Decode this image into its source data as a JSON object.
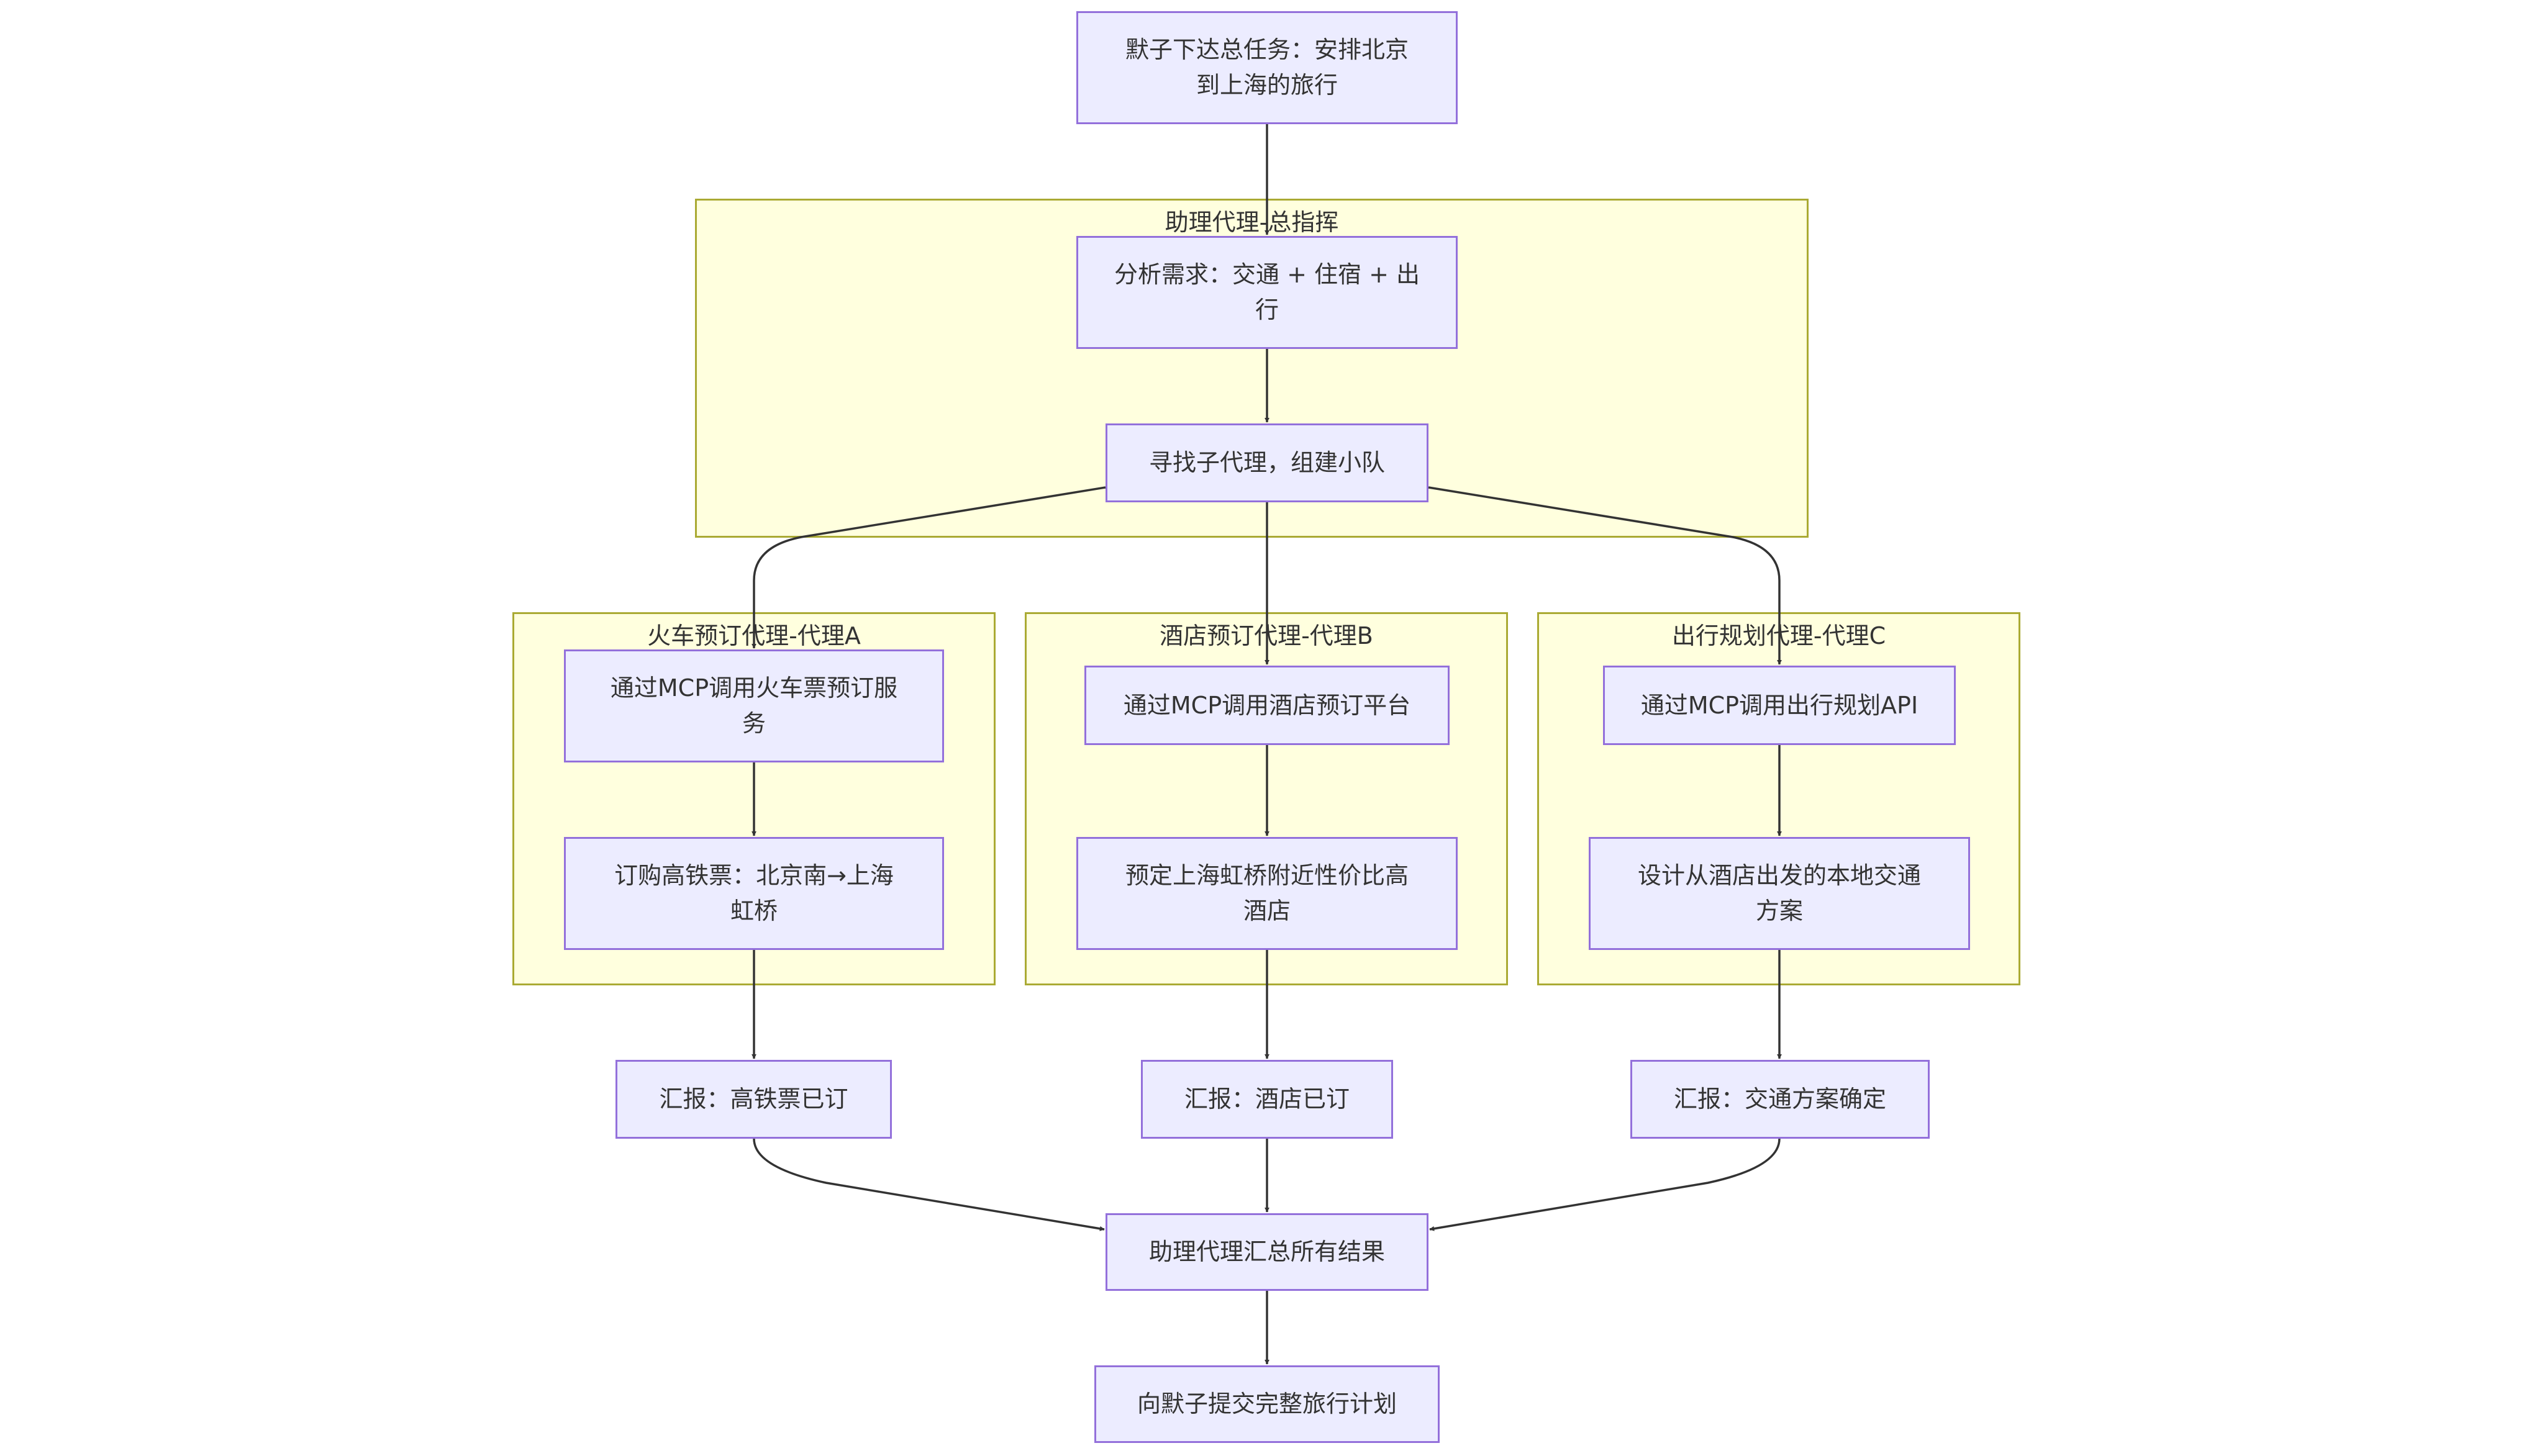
{
  "colors": {
    "node_fill": "#ececff",
    "node_border": "#9370db",
    "cluster_fill": "#ffffde",
    "cluster_border": "#aaaa33",
    "edge": "#333333",
    "text": "#333333"
  },
  "clusters": {
    "main": {
      "label": "助理代理-总指挥"
    },
    "agent_a": {
      "label": "火车预订代理-代理A"
    },
    "agent_b": {
      "label": "酒店预订代理-代理B"
    },
    "agent_c": {
      "label": "出行规划代理-代理C"
    }
  },
  "nodes": {
    "task": {
      "line1": "默子下达总任务：安排北京",
      "line2": "到上海的旅行"
    },
    "analyze": {
      "line1": "分析需求：交通 + 住宿 + 出",
      "line2": "行"
    },
    "team": {
      "line1": "寻找子代理，组建小队"
    },
    "a1": {
      "line1": "通过MCP调用火车票预订服",
      "line2": "务"
    },
    "a2": {
      "line1": "订购高铁票：北京南→上海",
      "line2": "虹桥"
    },
    "b1": {
      "line1": "通过MCP调用酒店预订平台"
    },
    "b2": {
      "line1": "预定上海虹桥附近性价比高",
      "line2": "酒店"
    },
    "c1": {
      "line1": "通过MCP调用出行规划API"
    },
    "c2": {
      "line1": "设计从酒店出发的本地交通",
      "line2": "方案"
    },
    "ra": {
      "line1": "汇报：高铁票已订"
    },
    "rb": {
      "line1": "汇报：酒店已订"
    },
    "rc": {
      "line1": "汇报：交通方案确定"
    },
    "summary": {
      "line1": "助理代理汇总所有结果"
    },
    "final": {
      "line1": "向默子提交完整旅行计划"
    }
  },
  "edges": [
    {
      "from": "task",
      "to": "analyze"
    },
    {
      "from": "analyze",
      "to": "team"
    },
    {
      "from": "team",
      "to": "a1"
    },
    {
      "from": "team",
      "to": "b1"
    },
    {
      "from": "team",
      "to": "c1"
    },
    {
      "from": "a1",
      "to": "a2"
    },
    {
      "from": "b1",
      "to": "b2"
    },
    {
      "from": "c1",
      "to": "c2"
    },
    {
      "from": "a2",
      "to": "ra"
    },
    {
      "from": "b2",
      "to": "rb"
    },
    {
      "from": "c2",
      "to": "rc"
    },
    {
      "from": "ra",
      "to": "summary"
    },
    {
      "from": "rb",
      "to": "summary"
    },
    {
      "from": "rc",
      "to": "summary"
    },
    {
      "from": "summary",
      "to": "final"
    }
  ]
}
